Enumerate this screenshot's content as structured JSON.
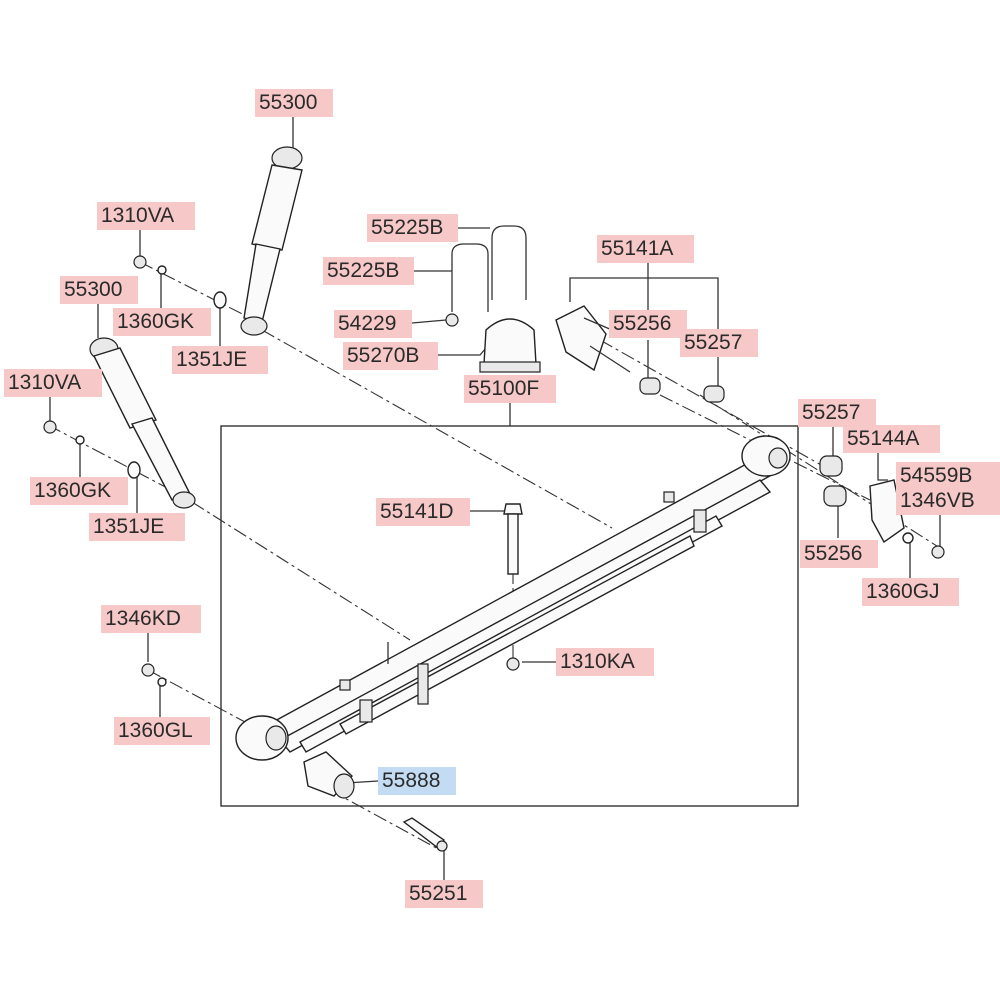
{
  "colors": {
    "label_bg": "#f7c8c8",
    "highlight_bg": "#c4dcf3",
    "line": "#333333",
    "background": "#ffffff"
  },
  "labels": {
    "shock_absorber_upper": "55300",
    "shock_absorber_left": "55300",
    "nut_upper_left": "1310VA",
    "washer_upper_left": "1360GK",
    "washer_flat_upper": "1351JE",
    "nut_left": "1310VA",
    "washer_left": "1360GK",
    "washer_flat_left": "1351JE",
    "u_bolt_rear": "55225B",
    "u_bolt_front": "55225B",
    "nut_u_bolt": "54229",
    "bumper_stopper": "55270B",
    "shackle_assy": "55141A",
    "bushing_shackle_a": "55256",
    "bushing_shackle_b": "55257",
    "leaf_spring_assy": "55100F",
    "bushing_right_upper": "55257",
    "bracket_right": "55144A",
    "bolt_right_a": "54559B",
    "nut_right": "1346VB",
    "bushing_right_lower": "55256",
    "washer_right": "1360GJ",
    "center_bolt": "55141D",
    "center_nut": "1310KA",
    "nut_front": "1346KD",
    "washer_front": "1360GL",
    "front_eye_bushing": "55888",
    "front_pin": "55251"
  }
}
